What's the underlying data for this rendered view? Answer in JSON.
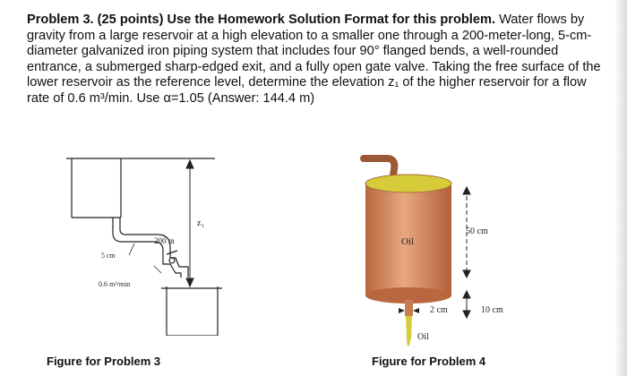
{
  "problem": {
    "title": "Problem 3. (25 points) Use the Homework Solution Format for this problem.",
    "body": "Water flows by gravity from a large reservoir at a high elevation to a smaller one through a 200-meter-long, 5-cm-diameter galvanized iron piping system that includes four 90° flanged bends, a well-rounded entrance, a submerged sharp-edged exit, and a fully open gate valve. Taking the free surface of the lower reservoir as the reference level, determine the elevation z₁ of the higher reservoir for a flow rate of 0.6 m³/min.  Use α=1.05  (Answer: 144.4 m)"
  },
  "figure3": {
    "caption": "Figure for Problem 3",
    "label_z1": "z₁",
    "label_length": "200 m",
    "label_diameter": "5 cm",
    "label_flow": "0.6 m³/min"
  },
  "figure4": {
    "caption": "Figure for Problem 4",
    "label_oil_tank": "Oil",
    "label_height": "50 cm",
    "label_outlet": "2 cm",
    "label_tank_diameter": "10 cm",
    "label_oil_stream": "Oil"
  },
  "colors": {
    "tank_copper": "#d9916a",
    "oil_yellow": "#d6cc3a",
    "pipe_brown": "#9b5a35"
  }
}
